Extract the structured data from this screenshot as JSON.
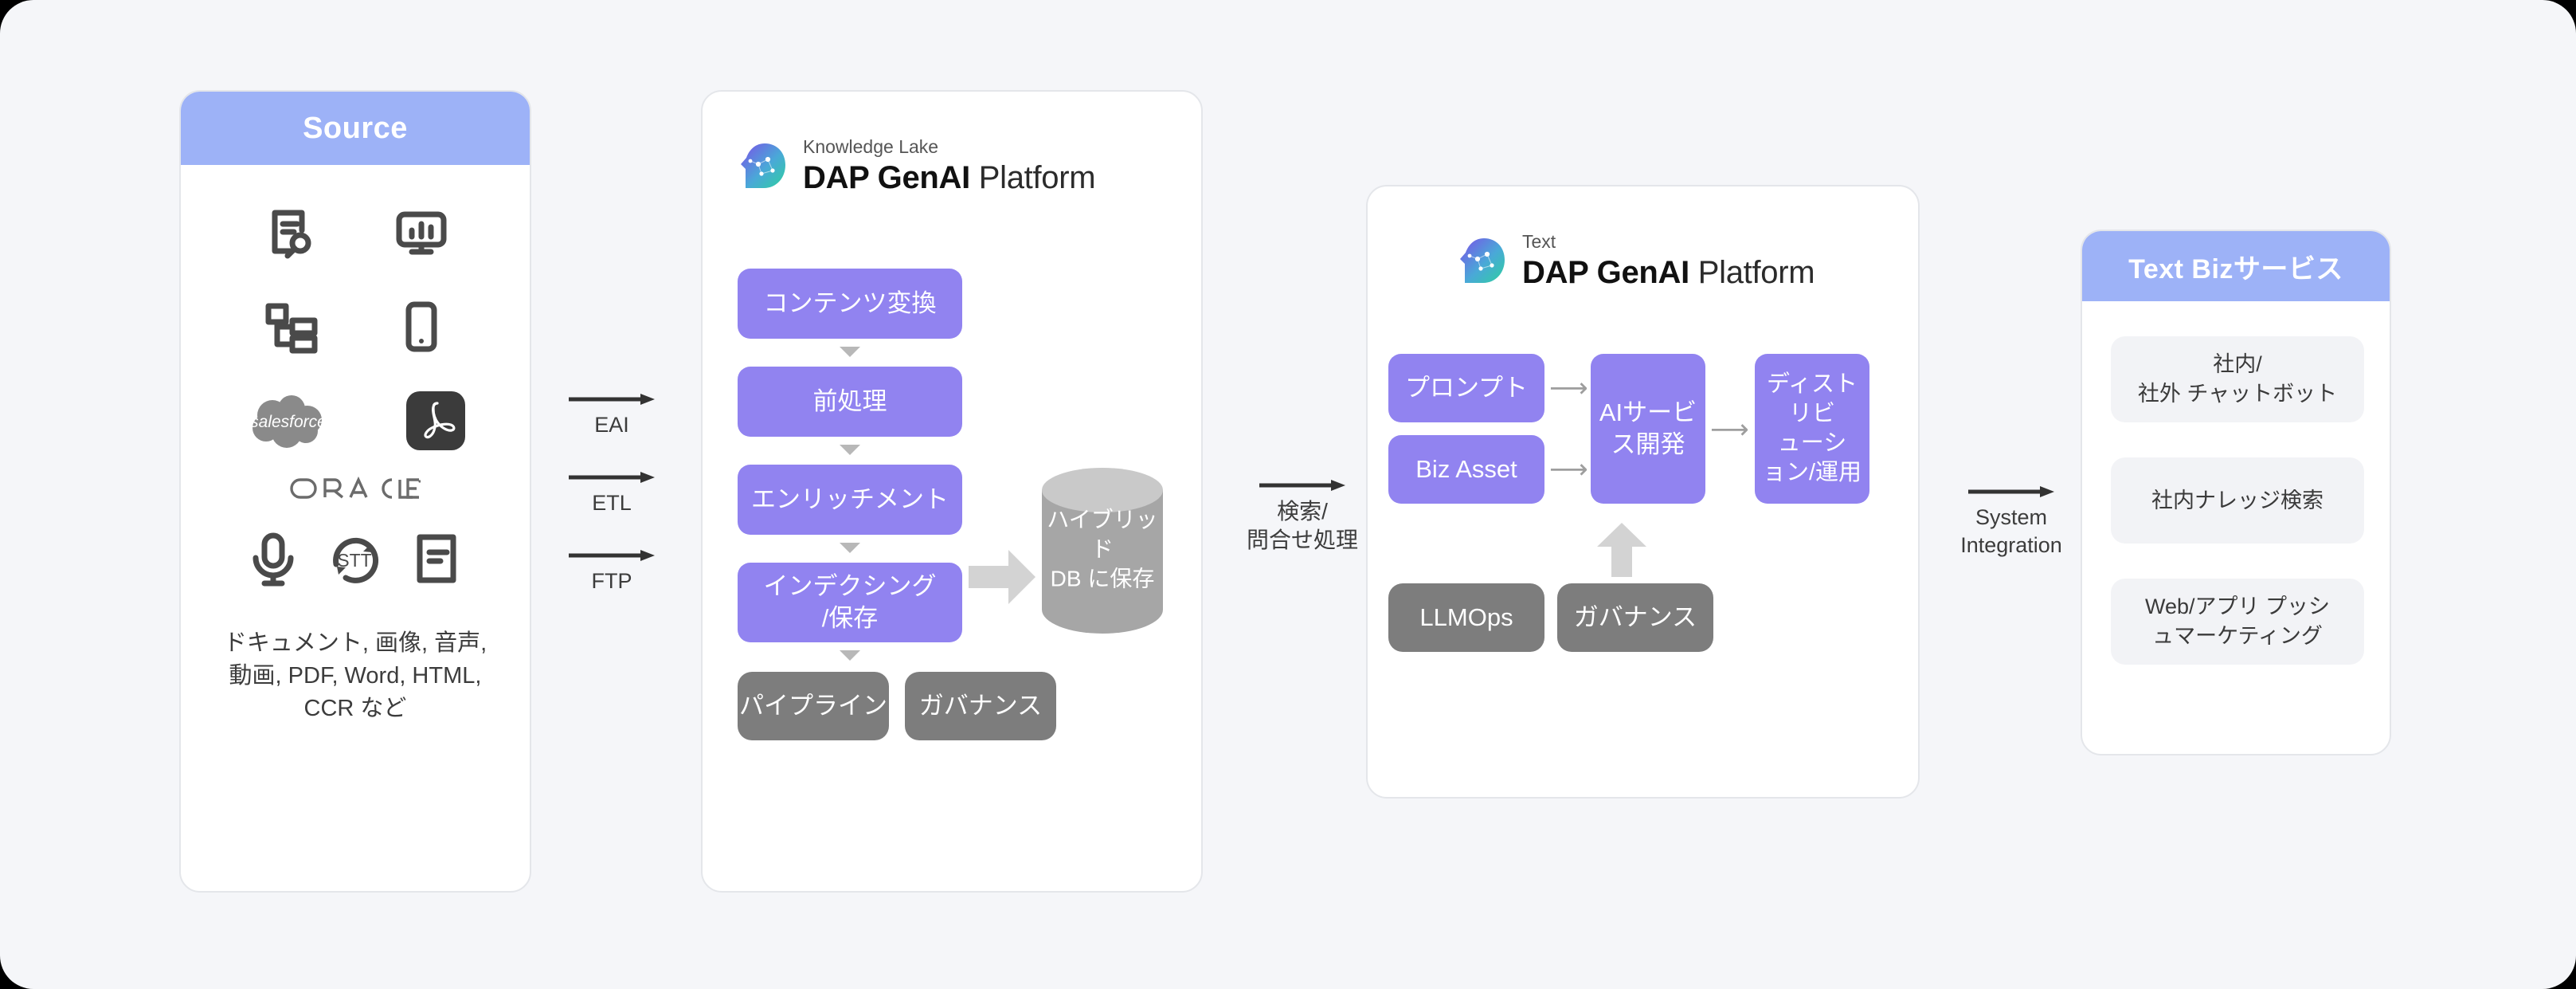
{
  "canvas": {
    "background": "#f5f6f9",
    "accent_purple": "#9183f0",
    "accent_blue": "#9db2f7",
    "gray_box": "#7d7d7d"
  },
  "source": {
    "title": "Source",
    "icons": [
      "document-search-icon",
      "monitor-chart-icon",
      "org-structure-icon",
      "mobile-phone-icon",
      "salesforce-logo",
      "adobe-pdf-icon",
      "oracle-logo",
      "microphone-icon",
      "stt-refresh-icon",
      "text-document-icon"
    ],
    "salesforce_label": "salesforce",
    "oracle_label": "ORACLE",
    "stt_label": "STT",
    "caption": "ドキュメント, 画像, 音声,\n動画, PDF, Word, HTML,\nCCR など"
  },
  "ingest_arrows": [
    {
      "label": "EAI"
    },
    {
      "label": "ETL"
    },
    {
      "label": "FTP"
    }
  ],
  "dap_platform": {
    "logo_sub": "Knowledge Lake",
    "logo_main_bold": "DAP GenAI",
    "logo_main_light": "Platform",
    "steps": [
      {
        "label": "コンテンツ変換"
      },
      {
        "label": "前処理"
      },
      {
        "label": "エンリッチメント"
      },
      {
        "label": "インデクシング\n/保存"
      }
    ],
    "footer_boxes": [
      {
        "label": "パイプライン"
      },
      {
        "label": "ガバナンス"
      }
    ],
    "database": {
      "label": "ハイブリッド\nDB に保存"
    }
  },
  "query_arrow": {
    "label": "検索/\n問合せ処理"
  },
  "text_platform": {
    "logo_sub": "Text",
    "logo_main_bold": "DAP GenAI",
    "logo_main_light": "Platform",
    "inputs": [
      {
        "label": "プロンプト"
      },
      {
        "label": "Biz Asset"
      }
    ],
    "middle": {
      "label": "AIサービ\nス開発"
    },
    "output": {
      "label": "ディスト\nリビ\nューシ\nョン/運用"
    },
    "footer_boxes": [
      {
        "label": "LLMOps"
      },
      {
        "label": "ガバナンス"
      }
    ]
  },
  "integration_arrow": {
    "label": "System\nIntegration"
  },
  "biz_service": {
    "title": "Text Bizサービス",
    "items": [
      {
        "label": "社内/\n社外 チャットボット"
      },
      {
        "label": "社内ナレッジ検索"
      },
      {
        "label": "Web/アプリ プッシ\nュマーケティング"
      }
    ]
  }
}
